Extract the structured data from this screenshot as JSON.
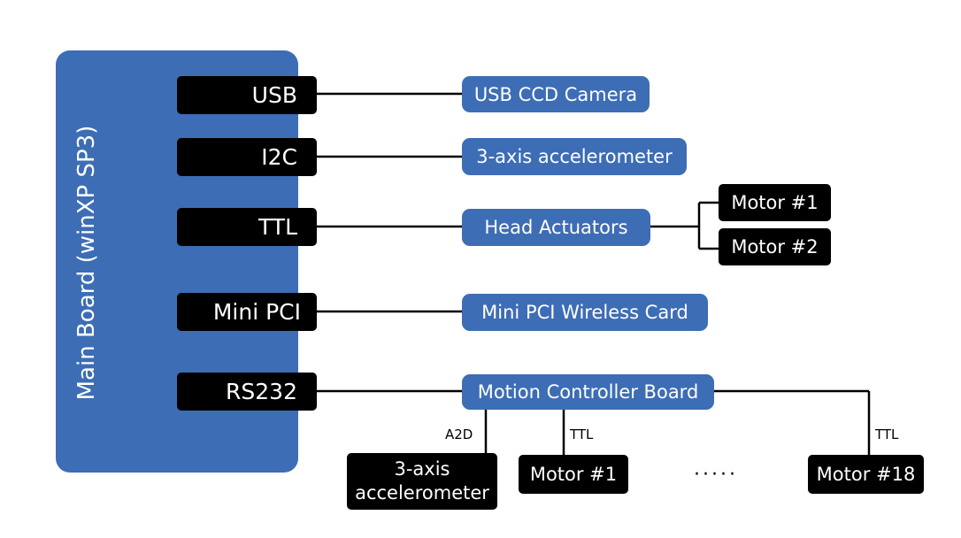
{
  "main_board": {
    "label": "Main Board (winXP SP3)"
  },
  "ports": {
    "usb": "USB",
    "i2c": "I2C",
    "ttl": "TTL",
    "mini_pci": "Mini PCI",
    "rs232": "RS232"
  },
  "devices": {
    "usb_camera": "USB CCD Camera",
    "accelerometer": "3-axis accelerometer",
    "head_actuators": "Head Actuators",
    "wireless_card": "Mini PCI Wireless Card",
    "motion_controller": "Motion Controller Board"
  },
  "head_motors": [
    "Motor #1",
    "Motor #2"
  ],
  "controller_outputs": {
    "a2d_label": "A2D",
    "ttl_label_1": "TTL",
    "ttl_label_2": "TTL",
    "accel_line1": "3-axis",
    "accel_line2": "accelerometer",
    "motor_first": "Motor #1",
    "ellipsis": "·····",
    "motor_last": "Motor #18"
  },
  "colors": {
    "board_blue": "#3d6db5",
    "port_black": "#000000",
    "line": "#000000"
  }
}
